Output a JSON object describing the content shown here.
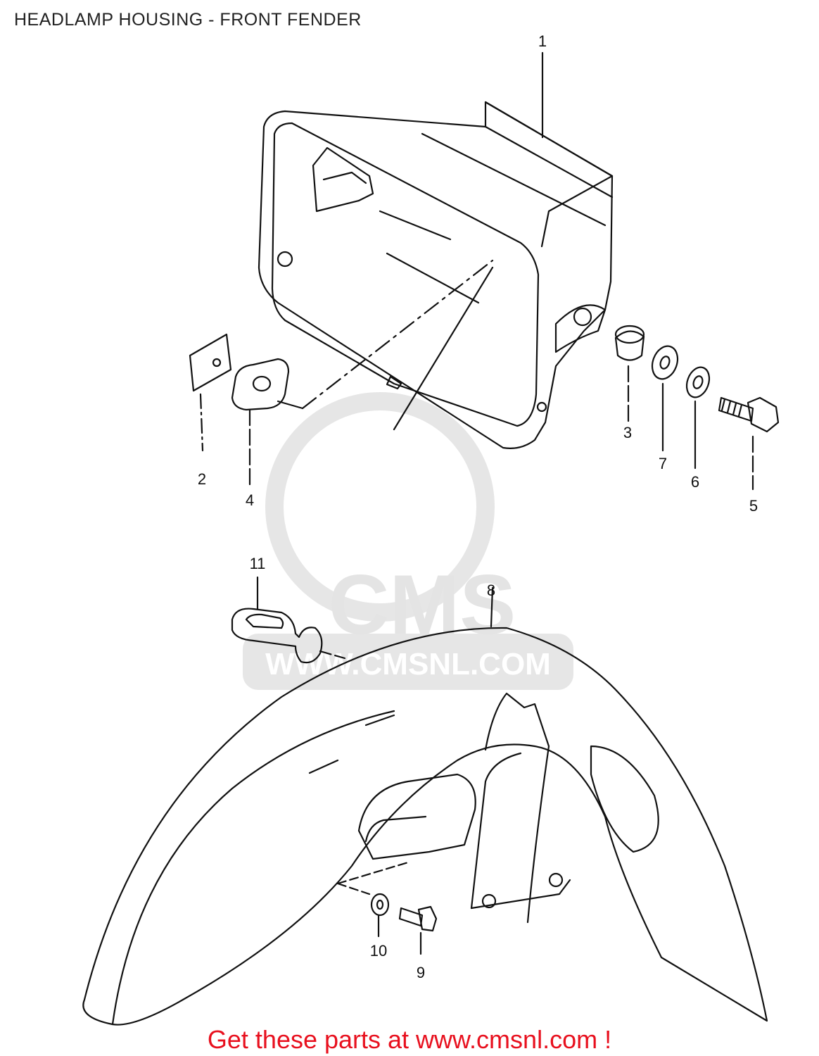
{
  "header": {
    "title": "HEADLAMP HOUSING - FRONT FENDER"
  },
  "watermark": {
    "brand": "CMS",
    "site": "WWW.CMSNL.COM"
  },
  "callouts": [
    "1",
    "2",
    "3",
    "4",
    "5",
    "6",
    "7",
    "8",
    "9",
    "10",
    "11"
  ],
  "footer": {
    "link_text": "Get these parts at www.cmsnl.com !"
  },
  "colors": {
    "line": "#111111",
    "footer_red": "#e8101e",
    "watermark_gray": "#e4e4e4"
  }
}
